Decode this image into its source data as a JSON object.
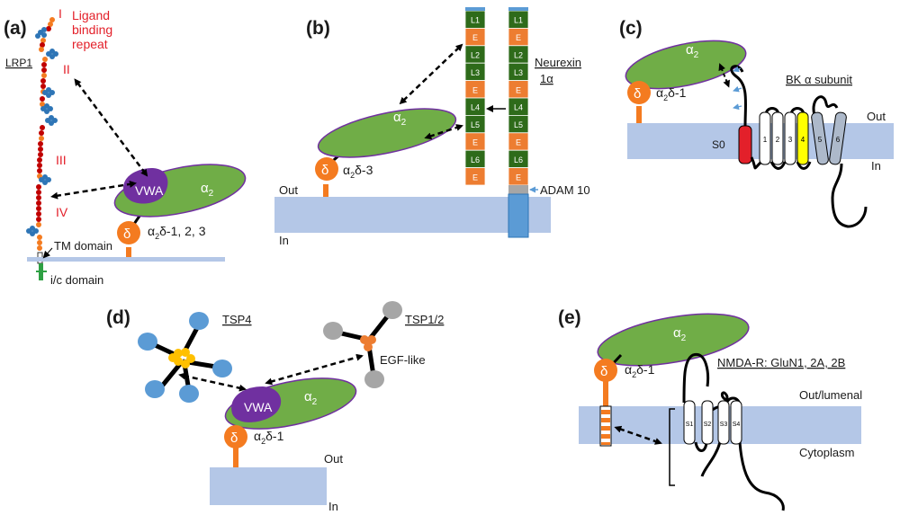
{
  "panels": {
    "a": {
      "tag": "(a)",
      "ligand_line1": "Ligand",
      "ligand_line2": "binding",
      "ligand_line3": "repeat",
      "numeral_1": "I",
      "numeral_2": "II",
      "numeral_3": "III",
      "numeral_4": "IV",
      "protein": "LRP1",
      "vwa": "VWA",
      "alpha": "α",
      "alpha_sub": "2",
      "delta": "δ",
      "subunit": "α",
      "subunit_sub": "2",
      "subunit_rest": "δ-1, 2, 3",
      "tm_domain": "TM domain",
      "ic_domain": "i/c domain"
    },
    "b": {
      "tag": "(b)",
      "alpha": "α",
      "alpha_sub": "2",
      "delta": "δ",
      "subunit": "α",
      "subunit_sub": "2",
      "subunit_rest": "δ-3",
      "out": "Out",
      "in": "In",
      "neurexin_line1": "Neurexin",
      "neurexin_line2": "1α",
      "adam": "ADAM 10",
      "col1_segments": [
        "L1",
        "E",
        "L2",
        "L3",
        "E",
        "L4",
        "L5",
        "E",
        "L6",
        "E"
      ],
      "col2_segments": [
        "L1",
        "E",
        "L2",
        "L3",
        "E",
        "L4",
        "L5",
        "E",
        "L6",
        "E"
      ]
    },
    "c": {
      "tag": "(c)",
      "alpha": "α",
      "alpha_sub": "2",
      "delta": "δ",
      "subunit": "α",
      "subunit_sub": "2",
      "subunit_rest": "δ-1",
      "bk_label": "BK α subunit",
      "out": "Out",
      "in": "In",
      "s0": "S0",
      "segments": [
        "1",
        "2",
        "3",
        "4",
        "5",
        "6"
      ]
    },
    "d": {
      "tag": "(d)",
      "tsp4": "TSP4",
      "tsp12": "TSP1/2",
      "egf": "EGF-like",
      "vwa": "VWA",
      "alpha": "α",
      "alpha_sub": "2",
      "delta": "δ",
      "subunit": "α",
      "subunit_sub": "2",
      "subunit_rest": "δ-1",
      "out": "Out",
      "in": "In"
    },
    "e": {
      "tag": "(e)",
      "alpha": "α",
      "alpha_sub": "2",
      "delta": "δ",
      "subunit": "α",
      "subunit_sub": "2",
      "subunit_rest": "δ-1",
      "nmda": "NMDA-R: GluN1, 2A, 2B",
      "out_lumenal": "Out/lumenal",
      "cytoplasm": "Cytoplasm",
      "segments": [
        "S1",
        "S2",
        "S3",
        "S4"
      ]
    }
  },
  "colors": {
    "membrane": "#b4c7e7",
    "alpha2": "#70ad47",
    "alpha2_outline": "#7030a0",
    "vwa": "#7030a0",
    "delta": "#f47b20",
    "label_red": "#e3202a",
    "neurexin_L": "#2e6b1a",
    "neurexin_E": "#ed7d31",
    "adam_blue": "#5b9bd5",
    "tsp4_blue": "#5b9bd5",
    "tsp_yellow": "#ffc000",
    "tsp_grey": "#a6a6a6",
    "s0_red": "#e3202a",
    "s4_yellow": "#ffff00",
    "s56_grey": "#adb9ca"
  }
}
